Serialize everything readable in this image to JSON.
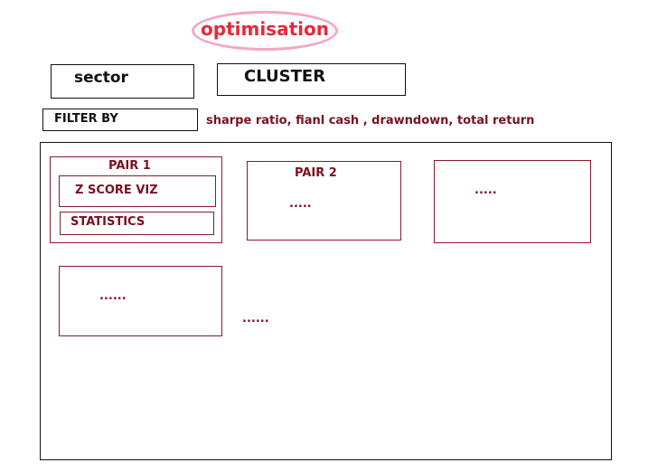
{
  "header": {
    "title": "optimisation"
  },
  "controls": {
    "sector_label": "sector",
    "cluster_label": "CLUSTER",
    "filter_label": "FILTER BY",
    "filter_options": "sharpe ratio, fianl cash , drawndown, total return"
  },
  "pairs": [
    {
      "title": "PAIR 1",
      "zscore_label": "Z SCORE VIZ",
      "stats_label": "STATISTICS"
    },
    {
      "title": "PAIR 2",
      "placeholder": "....."
    },
    {
      "placeholder": "....."
    },
    {
      "placeholder": "......"
    }
  ],
  "more_indicator": "......",
  "colors": {
    "title_text": "#e8283a",
    "title_ellipse": "#f2a6c4",
    "maroon": "#7a1020",
    "outline": "#111111"
  }
}
